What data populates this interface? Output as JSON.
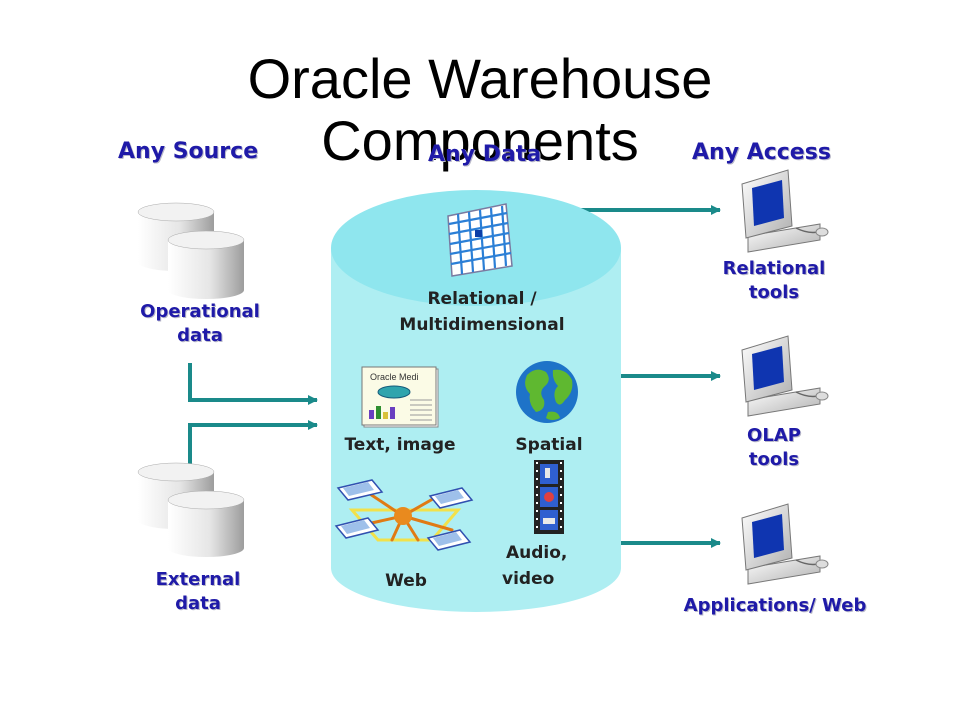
{
  "title": "Oracle Warehouse Components",
  "columns": {
    "source": "Any Source",
    "data": "Any Data",
    "access": "Any Access"
  },
  "sources": {
    "operational": [
      "Operational",
      "data"
    ],
    "external": [
      "External",
      "data"
    ]
  },
  "warehouse": {
    "relational": [
      "Relational /",
      "Multidimensional"
    ],
    "text_image": "Text, image",
    "text_image_doc": "Oracle Medi",
    "spatial": "Spatial",
    "web": "Web",
    "audio_video": [
      "Audio,",
      "video"
    ]
  },
  "access": {
    "relational_tools": [
      "Relational",
      "tools"
    ],
    "olap_tools": [
      "OLAP",
      "tools"
    ],
    "apps_web": "Applications/ Web"
  },
  "colors": {
    "heading": "#1f1aa8",
    "arrow": "#1a8a8a",
    "cylinder": "#aeeef2",
    "cylinder_top": "#8fe6ee"
  }
}
